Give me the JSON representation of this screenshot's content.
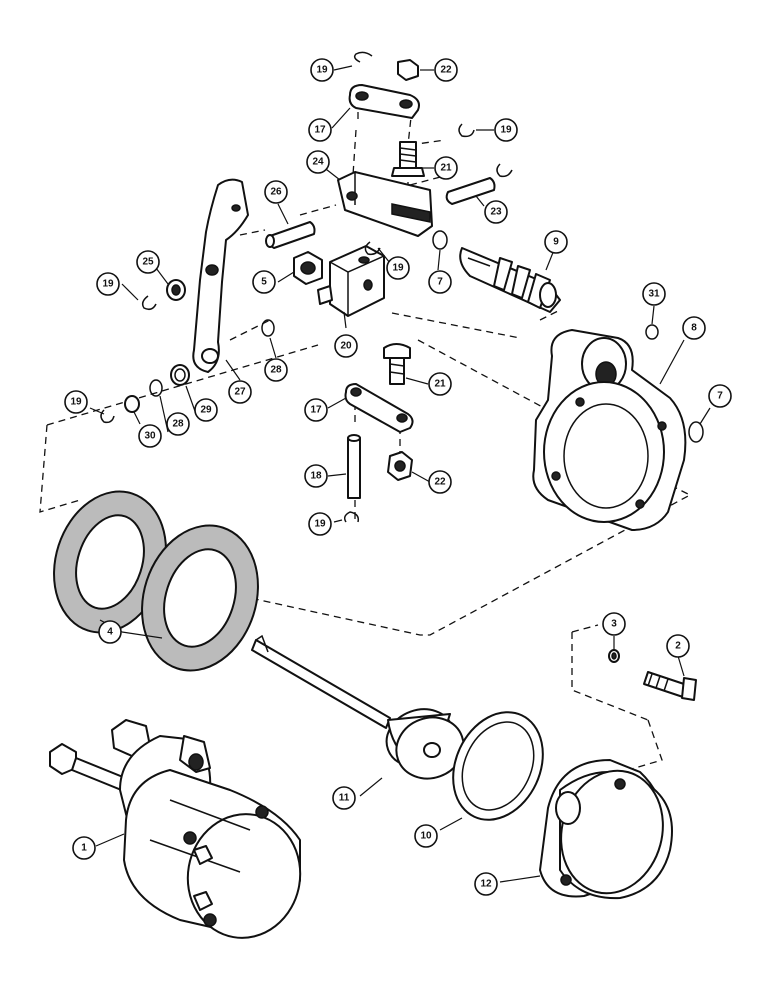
{
  "callouts": [
    {
      "id": "c19a",
      "label": "19"
    },
    {
      "id": "c22a",
      "label": "22"
    },
    {
      "id": "c17a",
      "label": "17"
    },
    {
      "id": "c19b",
      "label": "19"
    },
    {
      "id": "c24",
      "label": "24"
    },
    {
      "id": "c21a",
      "label": "21"
    },
    {
      "id": "c26",
      "label": "26"
    },
    {
      "id": "c23",
      "label": "23"
    },
    {
      "id": "c9",
      "label": "9"
    },
    {
      "id": "c25",
      "label": "25"
    },
    {
      "id": "c19c",
      "label": "19"
    },
    {
      "id": "c5",
      "label": "5"
    },
    {
      "id": "c7a",
      "label": "7"
    },
    {
      "id": "c19d",
      "label": "19"
    },
    {
      "id": "c31",
      "label": "31"
    },
    {
      "id": "c8",
      "label": "8"
    },
    {
      "id": "c20",
      "label": "20"
    },
    {
      "id": "c28a",
      "label": "28"
    },
    {
      "id": "c27",
      "label": "27"
    },
    {
      "id": "c21b",
      "label": "21"
    },
    {
      "id": "c7b",
      "label": "7"
    },
    {
      "id": "c19e",
      "label": "19"
    },
    {
      "id": "c30",
      "label": "30"
    },
    {
      "id": "c28b",
      "label": "28"
    },
    {
      "id": "c29",
      "label": "29"
    },
    {
      "id": "c17b",
      "label": "17"
    },
    {
      "id": "c18",
      "label": "18"
    },
    {
      "id": "c22b",
      "label": "22"
    },
    {
      "id": "c19f",
      "label": "19"
    },
    {
      "id": "c3",
      "label": "3"
    },
    {
      "id": "c2",
      "label": "2"
    },
    {
      "id": "c4",
      "label": "4"
    },
    {
      "id": "c11",
      "label": "11"
    },
    {
      "id": "c10",
      "label": "10"
    },
    {
      "id": "c1",
      "label": "1"
    },
    {
      "id": "c12",
      "label": "12"
    }
  ]
}
